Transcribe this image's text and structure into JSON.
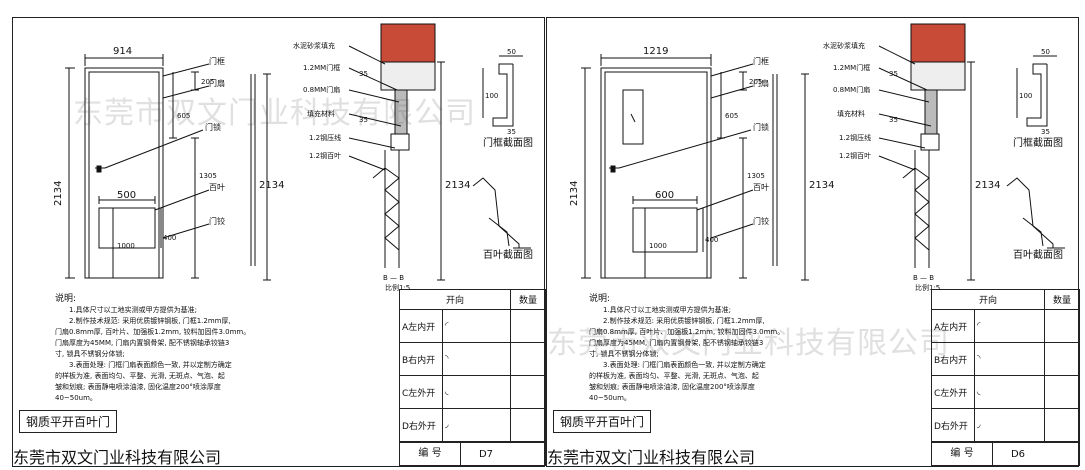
{
  "left": {
    "watermark": "东莞市双文门业科技有限公司",
    "dims": {
      "width": "914",
      "height": "2134",
      "frame_top": "205",
      "upper": "605",
      "mid": "1305",
      "louver_w": "500",
      "louver_h": "400",
      "louver_bottom": "1000"
    },
    "callouts": {
      "frame": "门框",
      "leaf": "门扇",
      "lock": "门锁",
      "louver": "百叶",
      "hinge": "门铰"
    },
    "section": {
      "cement": "水泥砂浆填充",
      "frame_sheet": "1.2MM门框",
      "leaf_sheet": "0.8MM门扇",
      "filler": "填充材料",
      "bead": "1.2钢压线",
      "blade": "1.2钢百叶",
      "dim_35a": "35",
      "dim_35b": "35",
      "section_label": "B — B",
      "section_sub": "比例1:5"
    },
    "frame_detail": {
      "d50": "50",
      "d100": "100",
      "d35": "35",
      "caption": "门框截面图"
    },
    "louver_detail": {
      "caption": "百叶截面图"
    },
    "notes": {
      "title": "说明:",
      "lines": [
        "1.具体尺寸以工地实测或甲方提供为基准;",
        "2.制作技术规范: 采用优质镀锌钢板, 门框1.2mm厚,",
        "门扇0.8mm厚, 百叶片、加强板1.2mm, 铰料加固件3.0mm。",
        "门扇厚度为45MM, 门扇内置钢骨架, 配不锈钢轴承铰链3",
        "寸, 锁具不锈钢分体锁;",
        "3.表面处理: 门框门扇表面颜色一致, 并以定制方确定",
        "的样板为准, 表面均匀、平整、光滑, 无斑点、气泡、起",
        "皱和划痕; 表面静电喷涂油漆, 固化温度200°喷涂厚度",
        "40~50um。"
      ]
    },
    "table": {
      "h_dir": "开向",
      "h_qty": "数量",
      "rows": [
        "A左内开",
        "B右内开",
        "C左外开",
        "D右外开"
      ]
    },
    "door_name": "钢质平开百叶门",
    "company": "东莞市双文门业科技有限公司",
    "code_label": "编  号",
    "code": "D7"
  },
  "right": {
    "watermark": "东莞市双文门业科技有限公司",
    "dims": {
      "width": "1219",
      "height": "2134",
      "frame_top": "205",
      "upper": "605",
      "mid": "1305",
      "louver_w": "600",
      "louver_h": "400",
      "louver_bottom": "1000"
    },
    "callouts": {
      "frame": "门框",
      "leaf": "门扇",
      "lock": "门锁",
      "louver": "百叶",
      "hinge": "门铰"
    },
    "section": {
      "cement": "水泥砂浆填充",
      "frame_sheet": "1.2MM门框",
      "leaf_sheet": "0.8MM门扇",
      "filler": "填充材料",
      "bead": "1.2钢压线",
      "blade": "1.2钢百叶",
      "dim_35a": "35",
      "dim_35b": "35",
      "section_label": "B — B",
      "section_sub": "比例1:5"
    },
    "frame_detail": {
      "d50": "50",
      "d100": "100",
      "d35": "35",
      "caption": "门框截面图"
    },
    "louver_detail": {
      "caption": "百叶截面图"
    },
    "notes": {
      "title": "说明:",
      "lines": [
        "1.具体尺寸以工地实测或甲方提供为基准;",
        "2.制作技术规范: 采用优质镀锌钢板, 门框1.2mm厚,",
        "门扇0.8mm厚, 百叶片、加强板1.2mm, 铰料加固件3.0mm。",
        "门扇厚度为45MM, 门扇内置钢骨架, 配不锈钢轴承铰链3",
        "寸, 锁具不锈钢分体锁;",
        "3.表面处理: 门框门扇表面颜色一致, 并以定制方确定",
        "的样板为准, 表面均匀、平整、光滑, 无斑点、气泡、起",
        "皱和划痕; 表面静电喷涂油漆, 固化温度200°喷涂厚度",
        "40~50um。"
      ]
    },
    "table": {
      "h_dir": "开向",
      "h_qty": "数量",
      "rows": [
        "A左内开",
        "B右内开",
        "C左外开",
        "D右外开"
      ]
    },
    "door_name": "钢质平开百叶门",
    "company": "东莞市双文门业科技有限公司",
    "code_label": "编  号",
    "code": "D6"
  }
}
